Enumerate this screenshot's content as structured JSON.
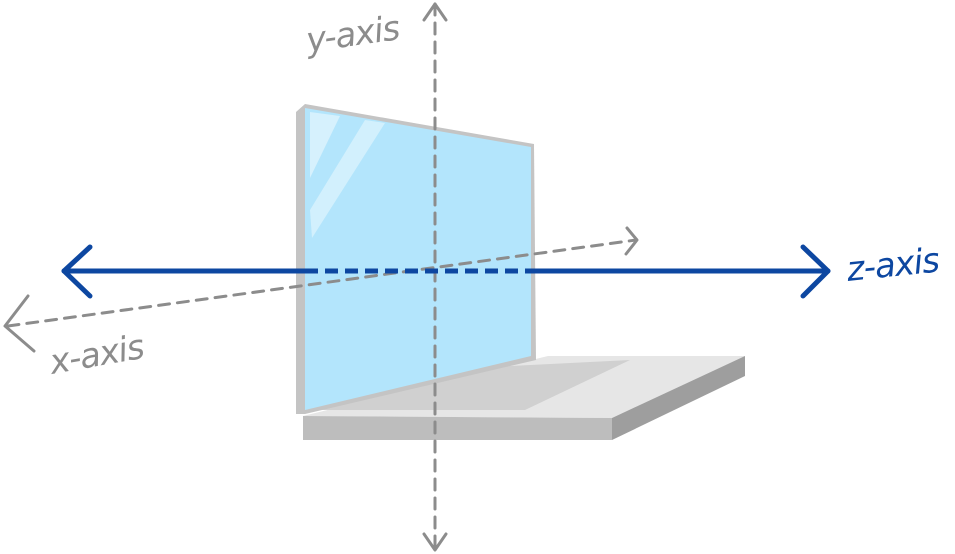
{
  "labels": {
    "y_axis": "y-axis",
    "z_axis": "z-axis",
    "x_axis": "x-axis"
  },
  "colors": {
    "z_axis": "#0d47a1",
    "secondary_axes": "#8c8c8c",
    "screen": "#b3e5fc",
    "laptop_body": "#e6e6e6",
    "laptop_shadow": "#bdbdbd"
  },
  "icons": {
    "device": "laptop-icon"
  }
}
